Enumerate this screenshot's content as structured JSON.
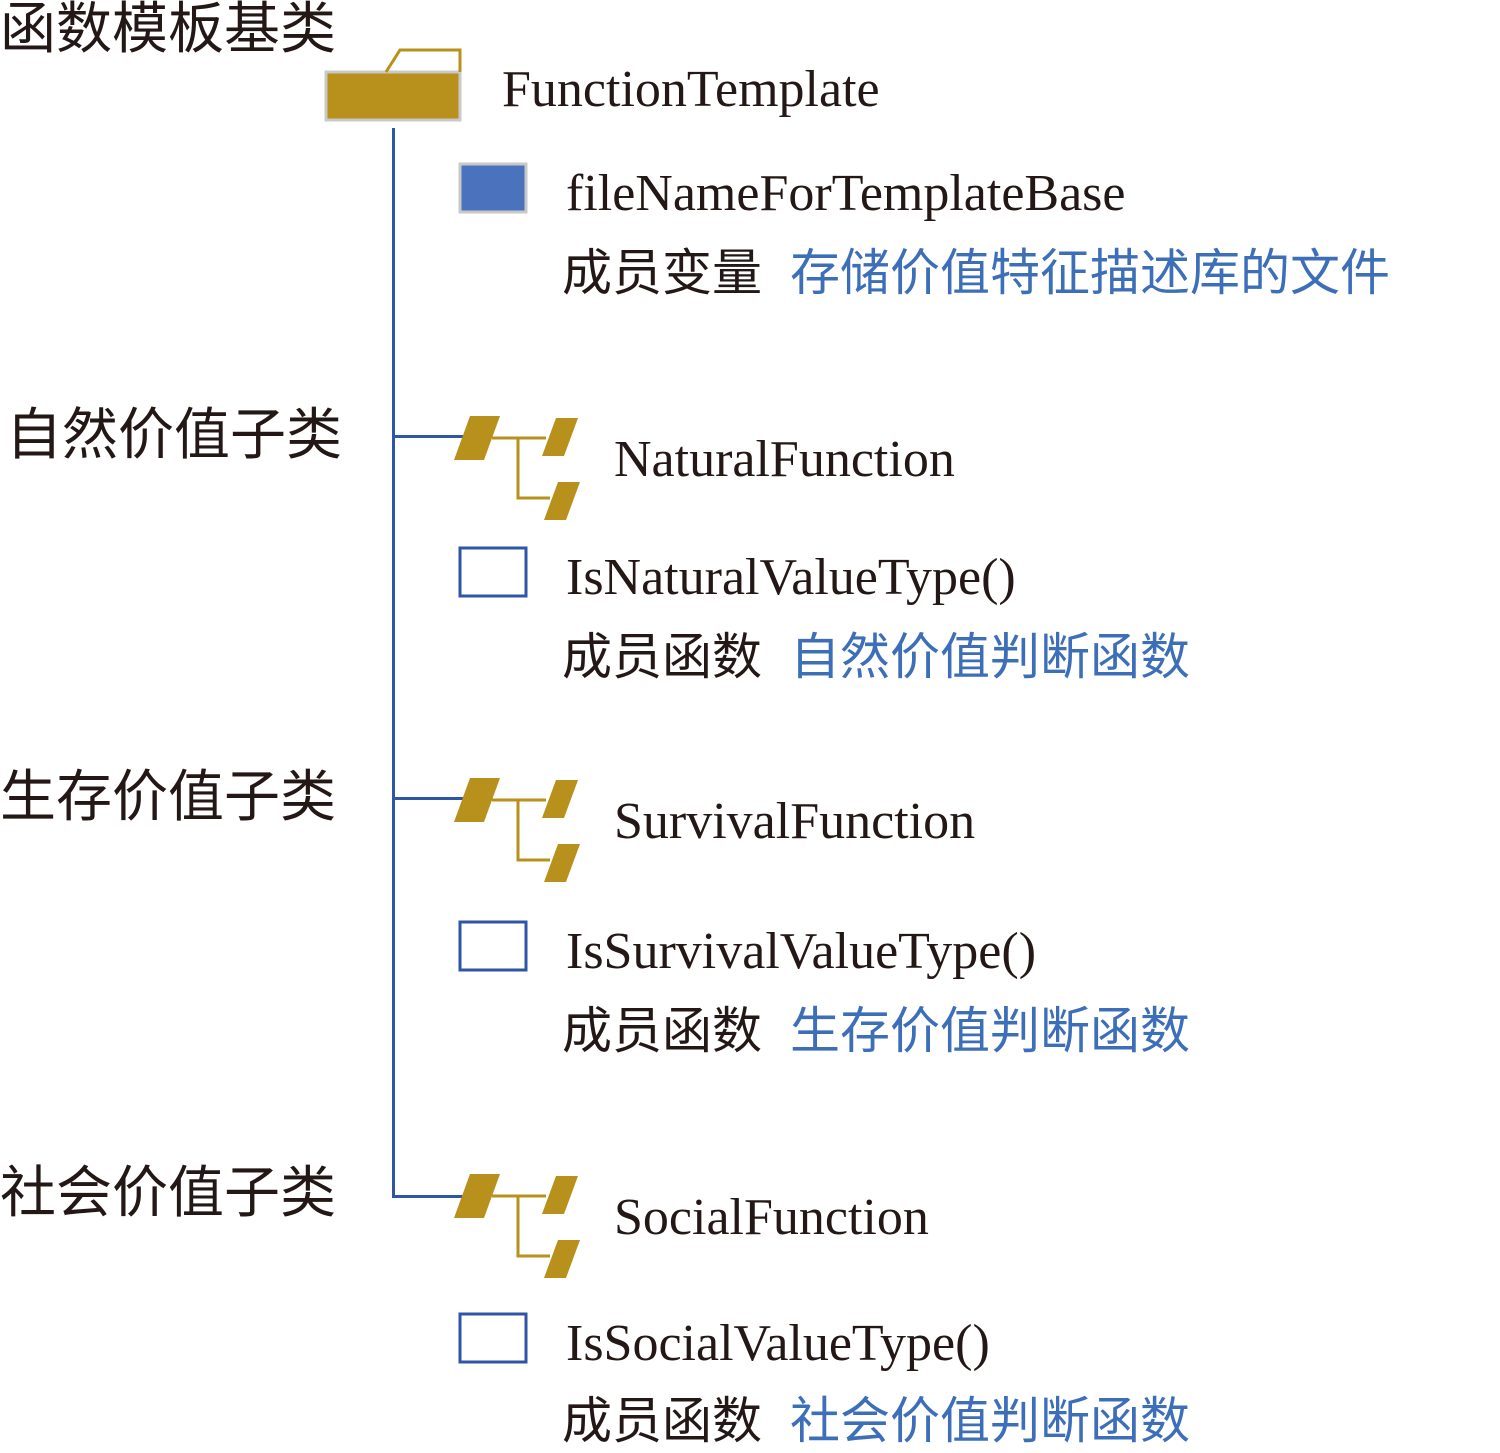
{
  "diagram": {
    "base": {
      "category_label": "函数模板基类",
      "class_name": "FunctionTemplate",
      "icon": "folder-icon",
      "member": {
        "name": "fileNameForTemplateBase",
        "icon": "member-variable-icon",
        "kind": "成员变量",
        "description": "存储价值特征描述库的文件"
      }
    },
    "subclasses": [
      {
        "category_label": "自然价值子类",
        "class_name": "NaturalFunction",
        "icon": "class-hierarchy-icon",
        "member": {
          "name": "IsNaturalValueType()",
          "icon": "member-function-icon",
          "kind": "成员函数",
          "description": "自然价值判断函数"
        }
      },
      {
        "category_label": "生存价值子类",
        "class_name": "SurvivalFunction",
        "icon": "class-hierarchy-icon",
        "member": {
          "name": "IsSurvivalValueType()",
          "icon": "member-function-icon",
          "kind": "成员函数",
          "description": "生存价值判断函数"
        }
      },
      {
        "category_label": "社会价值子类",
        "class_name": "SocialFunction",
        "icon": "class-hierarchy-icon",
        "member": {
          "name": "IsSocialValueType()",
          "icon": "member-function-icon",
          "kind": "成员函数",
          "description": "社会价值判断函数"
        }
      }
    ],
    "colors": {
      "gold": "#b8901c",
      "blue": "#2f56a6",
      "note_blue": "#3d6fb9",
      "fill_blue": "#4a72bd",
      "text": "#231815"
    }
  }
}
